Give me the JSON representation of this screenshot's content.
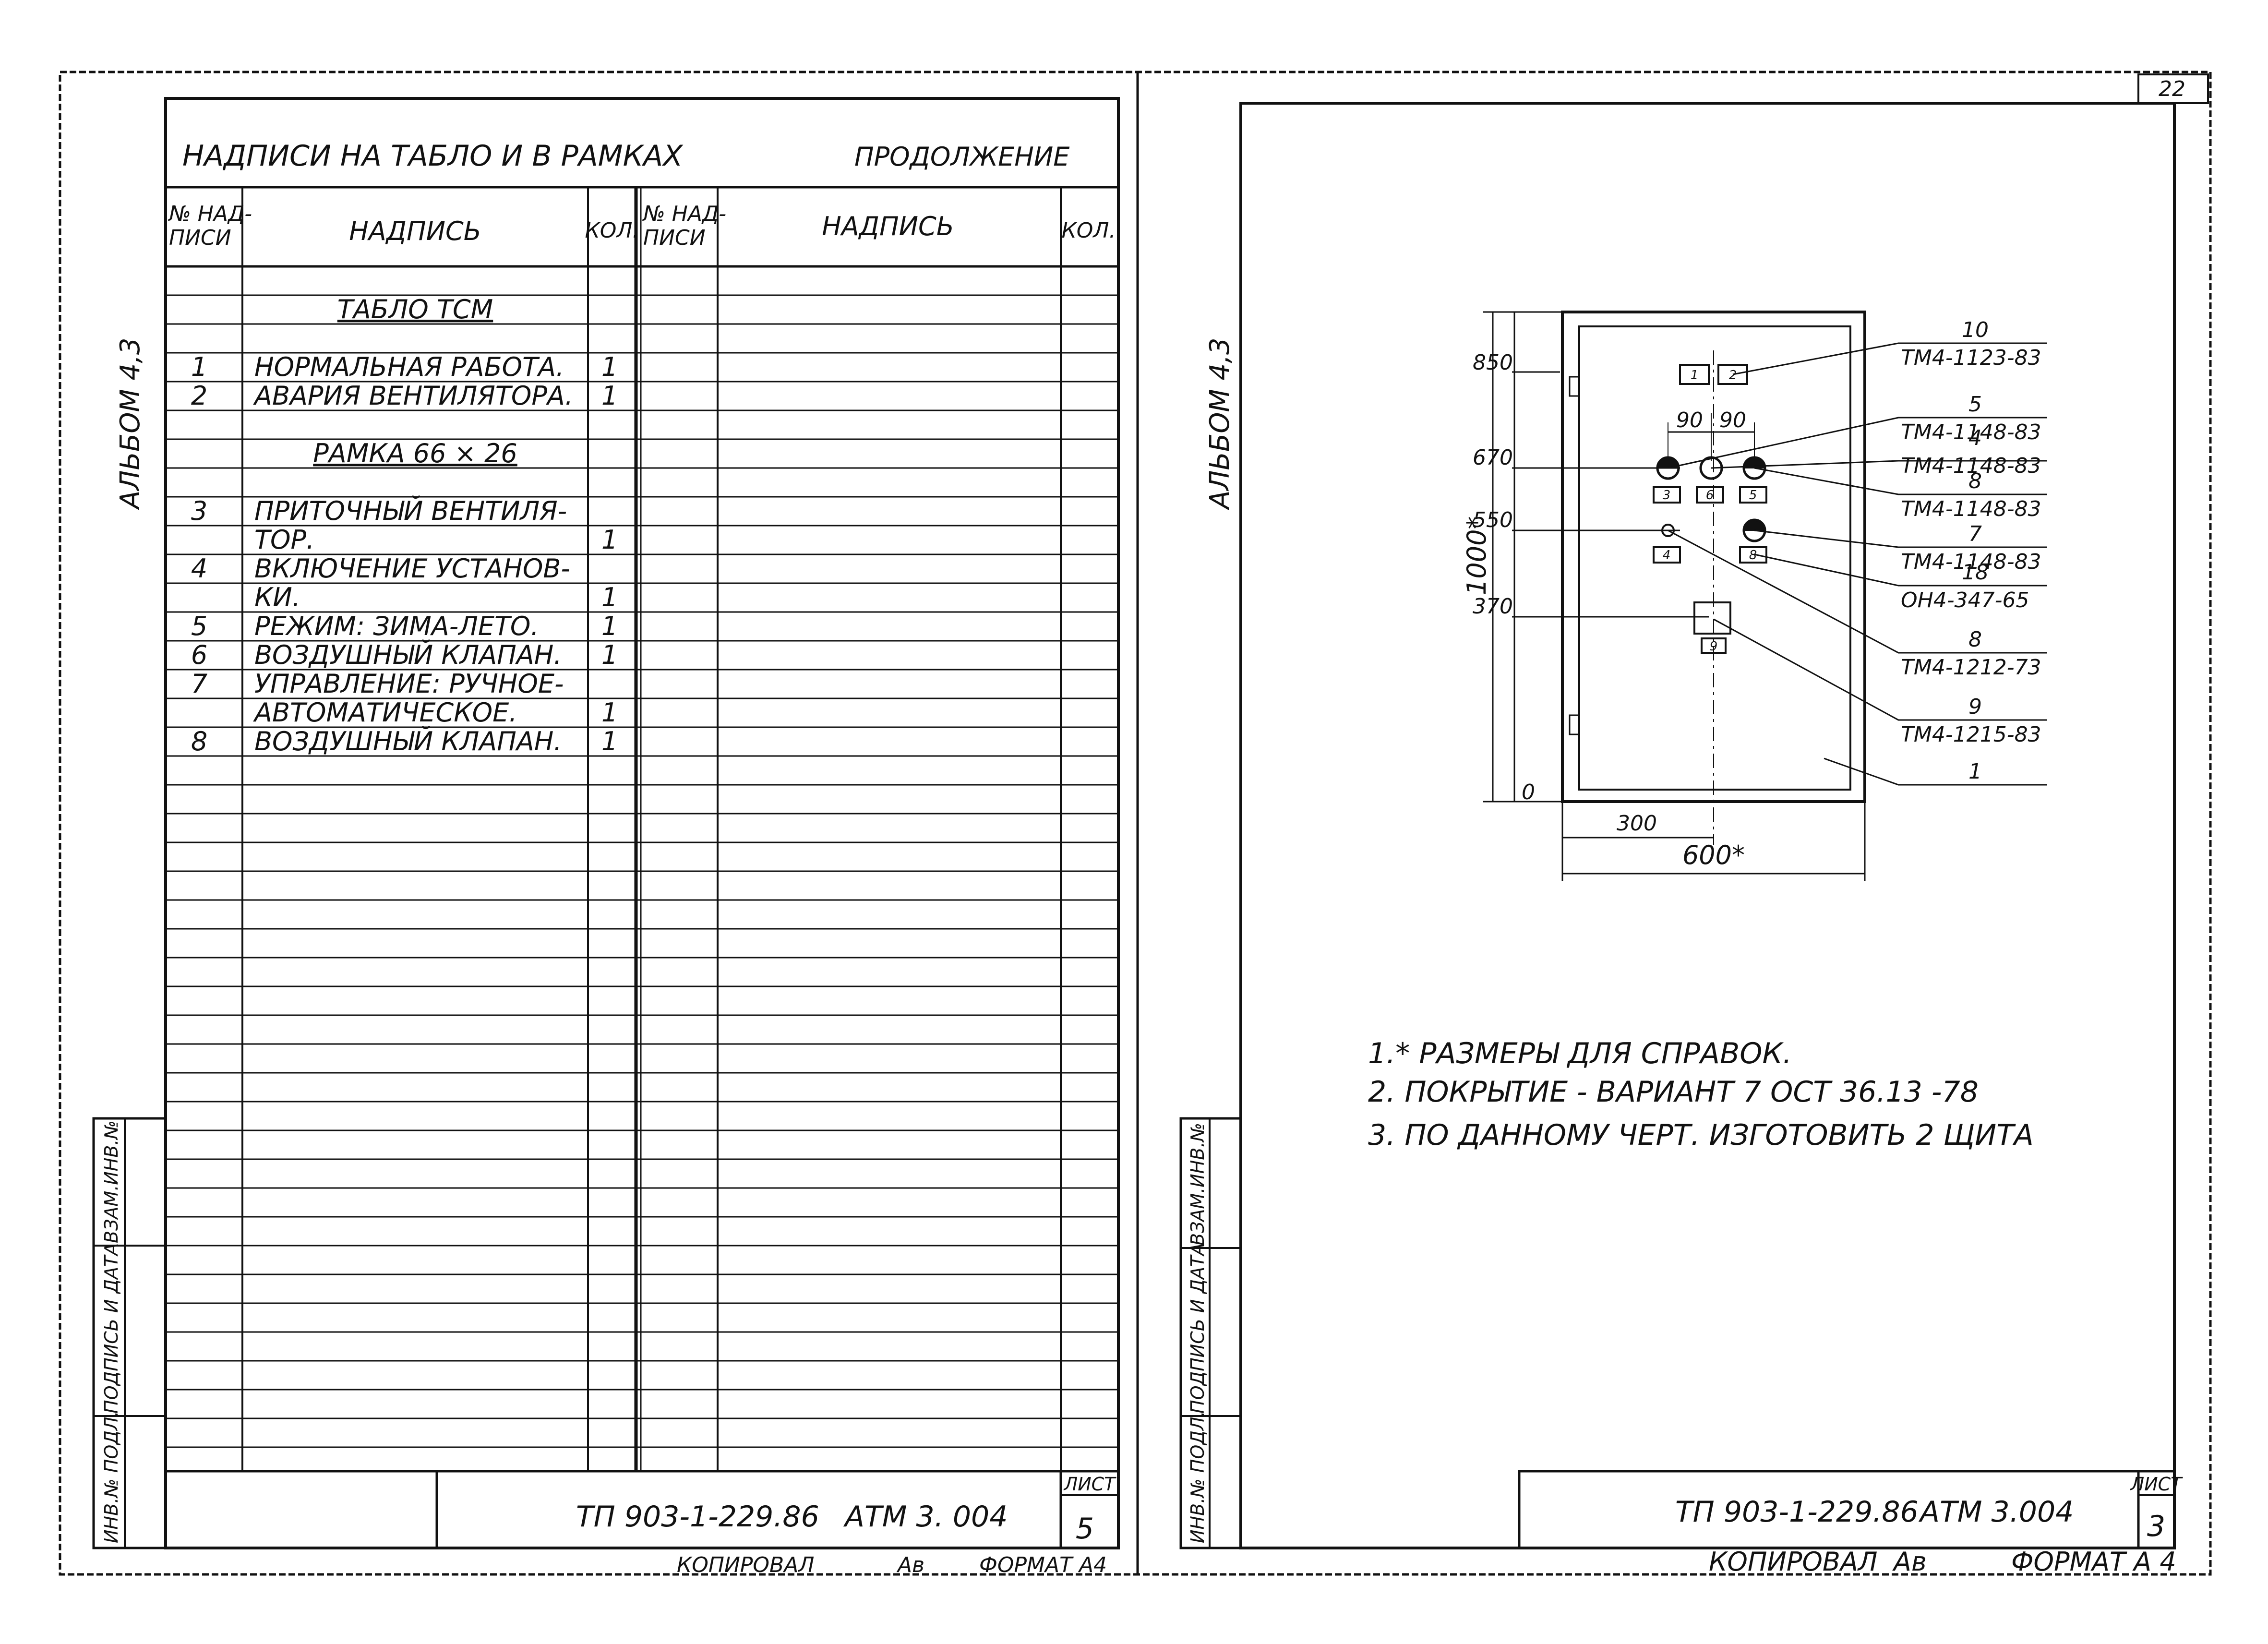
{
  "sheet_number_top": "22",
  "left_page": {
    "album_label": "АЛЬБОМ 4,3",
    "header_title": "НАДПИСИ НА ТАБЛО И В РАМКАХ",
    "header_continued": "ПРОДОЛЖЕНИЕ",
    "columns": {
      "num": [
        "№ НАД-",
        "ПИСИ"
      ],
      "text": "НАДПИСЬ",
      "qty": "КОЛ.",
      "num2": [
        "№ НАД-",
        "ПИСИ"
      ],
      "text2": "НАДПИСЬ",
      "qty2": "КОЛ."
    },
    "rows": [
      {
        "num": "",
        "text": "",
        "qty": ""
      },
      {
        "num": "",
        "text": "ТАБЛО ТСМ",
        "qty": "",
        "underline": true
      },
      {
        "num": "",
        "text": "",
        "qty": ""
      },
      {
        "num": "1",
        "text": "НОРМАЛЬНАЯ РАБОТА.",
        "qty": "1"
      },
      {
        "num": "2",
        "text": "АВАРИЯ ВЕНТИЛЯТОРА.",
        "qty": "1"
      },
      {
        "num": "",
        "text": "",
        "qty": ""
      },
      {
        "num": "",
        "text": "РАМКА 66 × 26",
        "qty": "",
        "underline": true
      },
      {
        "num": "",
        "text": "",
        "qty": ""
      },
      {
        "num": "3",
        "text": "ПРИТОЧНЫЙ ВЕНТИЛЯ-",
        "qty": ""
      },
      {
        "num": "",
        "text": "ТОР.",
        "qty": "1"
      },
      {
        "num": "4",
        "text": "ВКЛЮЧЕНИЕ УСТАНОВ-",
        "qty": ""
      },
      {
        "num": "",
        "text": "КИ.",
        "qty": "1"
      },
      {
        "num": "5",
        "text": "РЕЖИМ: ЗИМА-ЛЕТО.",
        "qty": "1"
      },
      {
        "num": "6",
        "text": "ВОЗДУШНЫЙ КЛАПАН.",
        "qty": "1"
      },
      {
        "num": "7",
        "text": "УПРАВЛЕНИЕ: РУЧНОЕ-",
        "qty": ""
      },
      {
        "num": "",
        "text": "АВТОМАТИЧЕСКОЕ.",
        "qty": "1"
      },
      {
        "num": "8",
        "text": "ВОЗДУШНЫЙ КЛАПАН.",
        "qty": "1"
      }
    ],
    "side_stamp": [
      "ИНВ.№ ПОДЛ.",
      "ПОДПИСЬ И ДАТА",
      "ВЗАМ.ИНВ.№"
    ],
    "title_block": {
      "code": "ТП 903-1-229.86",
      "doc": "АТМ 3. 004",
      "sheet_label": "ЛИСТ",
      "sheet": "5"
    },
    "footer": {
      "copied": "КОПИРОВАЛ",
      "signature": "Ав",
      "format": "ФОРМАТ А4"
    }
  },
  "right_page": {
    "album_label": "АЛЬБОМ 4,3",
    "drawing": {
      "levels": [
        "850",
        "670",
        "550",
        "370",
        "0"
      ],
      "height_dim": "1000*",
      "width_dim": "600*",
      "half_width_dim": "300",
      "spacing_dims": [
        "90",
        "90"
      ],
      "callouts": [
        {
          "num": "10",
          "code": "ТМ4-1123-83"
        },
        {
          "num": "5",
          "code": "ТМ4-1148-83"
        },
        {
          "num": "4",
          "code": "ТМ4-1148-83"
        },
        {
          "num": "8",
          "code": "ТМ4-1148-83"
        },
        {
          "num": "7",
          "code": "ТМ4-1148-83"
        },
        {
          "num": "18",
          "code": "ОН4-347-65"
        },
        {
          "num": "8",
          "code": "ТМ4-1212-73"
        },
        {
          "num": "9",
          "code": "ТМ4-1215-83"
        },
        {
          "num": "1",
          "code": ""
        }
      ],
      "frame_labels": [
        "1",
        "2",
        "3",
        "6",
        "5",
        "4",
        "8",
        "9"
      ]
    },
    "notes": [
      "1.* РАЗМЕРЫ ДЛЯ СПРАВОК.",
      "2. ПОКРЫТИЕ - ВАРИАНТ 7 ОСТ 36.13 -78",
      "3. ПО ДАННОМУ ЧЕРТ. ИЗГОТОВИТЬ 2 ЩИТА"
    ],
    "side_stamp": [
      "ИНВ.№ ПОДЛ.",
      "ПОДПИСЬ И ДАТА",
      "ВЗАМ.ИНВ.№"
    ],
    "title_block": {
      "code": "ТП 903-1-229.86",
      "doc": "АТМ 3.004",
      "sheet_label": "ЛИСТ",
      "sheet": "3"
    },
    "footer": {
      "copied": "КОПИРОВАЛ",
      "signature": "Ав",
      "format": "ФОРМАТ А 4"
    }
  }
}
